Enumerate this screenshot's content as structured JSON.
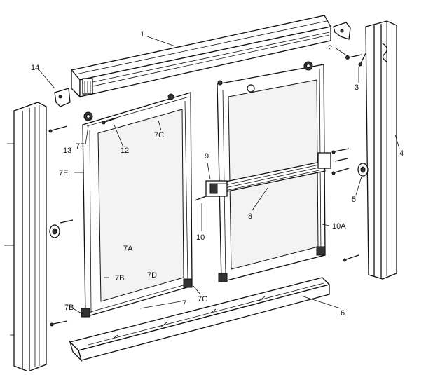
{
  "diagram": {
    "labels": {
      "p1": "1",
      "p2": "2",
      "p3": "3",
      "p4": "4",
      "p5": "5",
      "p6": "6",
      "p7": "7",
      "p7a": "7A",
      "p7b": "7B",
      "p7b_lower": "7B",
      "p7c": "7C",
      "p7d": "7D",
      "p7e": "7E",
      "p7f": "7F",
      "p7g": "7G",
      "p8": "8",
      "p9": "9",
      "p10": "10",
      "p10a": "10A",
      "p12": "12",
      "p13": "13",
      "p14": "14"
    }
  }
}
